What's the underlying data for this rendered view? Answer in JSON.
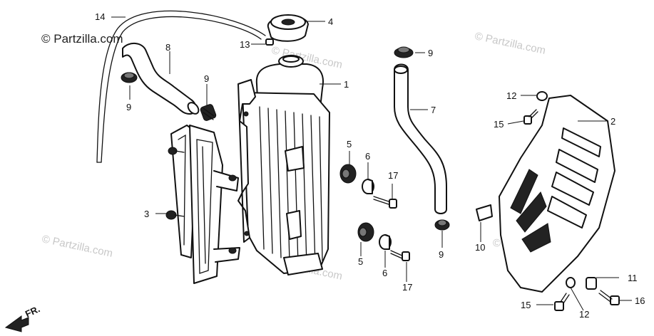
{
  "watermarks": {
    "primary": "© Partzilla.com",
    "repeat": "© Partzilla.com"
  },
  "front_marker": "FR.",
  "callouts": {
    "c1": "1",
    "c2": "2",
    "c3": "3",
    "c4": "4",
    "c5a": "5",
    "c5b": "5",
    "c6a": "6",
    "c6b": "6",
    "c7": "7",
    "c9a": "9",
    "c9b": "9",
    "c9c": "9",
    "c9d": "9",
    "c10": "10",
    "c11": "11",
    "c12a": "12",
    "c12b": "12",
    "c13": "13",
    "c14": "14",
    "c15a": "15",
    "c15b": "15",
    "c16": "16",
    "c17a": "17",
    "c17b": "17"
  }
}
